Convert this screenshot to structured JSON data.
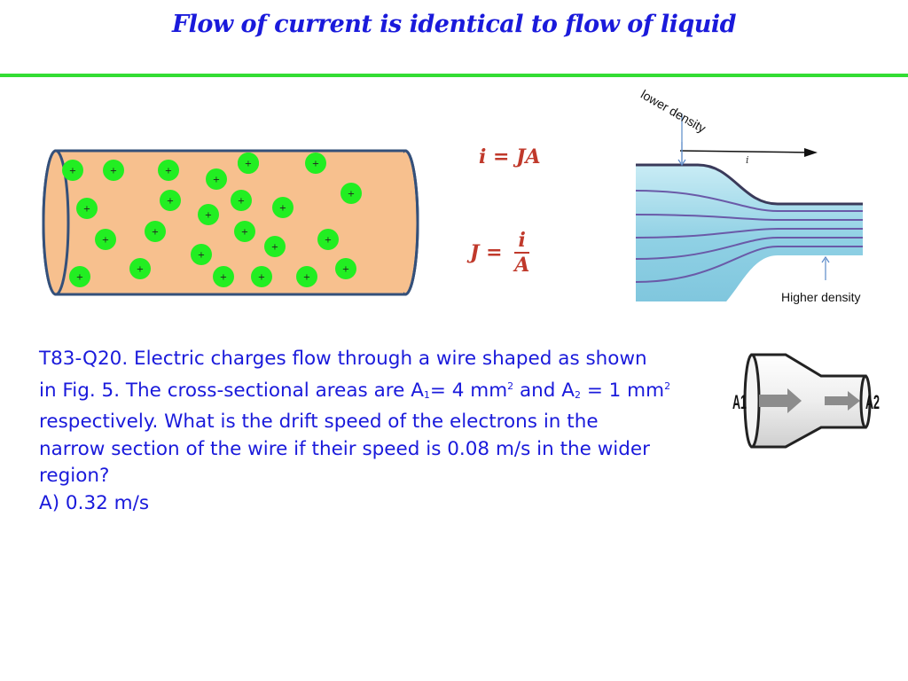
{
  "slide": {
    "title": "Flow of current is identical to flow of liquid"
  },
  "equations": {
    "current_equation": "i = JA",
    "density_lhs": "J =",
    "density_numerator": "i",
    "density_denominator": "A"
  },
  "wire_diagram": {
    "charge_symbol": "+",
    "charge_count": 25,
    "colors": {
      "wire_fill": "#f7c08e",
      "wire_edge": "#34507a",
      "charge_fill": "#22ee22"
    }
  },
  "flow_diagram": {
    "lower_density_label": "lower density",
    "higher_density_label": "Higher density",
    "current_arrow_label": "i",
    "colors": {
      "pipe_fill": "#9ed6e8",
      "streamline": "#6a5aa8",
      "label_line": "#5b8ac9"
    }
  },
  "question": {
    "lines": [
      "T83-Q20. Electric charges flow through a wire shaped as shown",
      "in Fig. 5. The cross-sectional areas are A",
      "1",
      "= 4 mm",
      "2",
      " and A",
      "2",
      " = 1 mm",
      "2",
      "respectively. What is the drift speed of the electrons in the",
      "narrow section of the wire if their speed is 0.08 m/s in the wider",
      "region?",
      "A) 0.32 m/s"
    ],
    "color": "#1a1adb"
  },
  "figure5": {
    "label_wide": "A1",
    "label_narrow": "A2"
  }
}
